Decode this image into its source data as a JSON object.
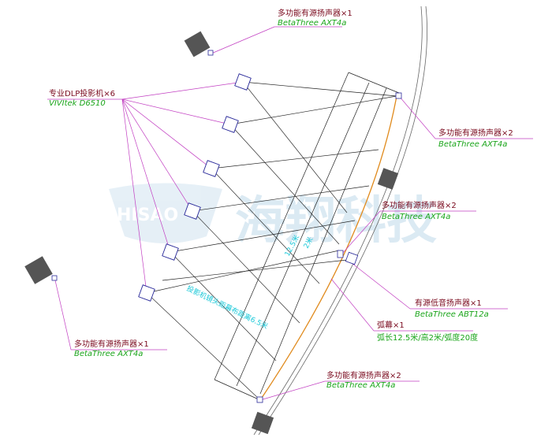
{
  "watermark": {
    "logo_text": "HISAO",
    "company": "海翔科技"
  },
  "labels": {
    "projector": {
      "cn": "专业DLP投影机×6",
      "en": "VIVItek D6510"
    },
    "speaker_top": {
      "cn": "多功能有源扬声器×1",
      "en": "BetaThree AXT4a"
    },
    "speaker_right_top": {
      "cn": "多功能有源扬声器×2",
      "en": "BetaThree AXT4a"
    },
    "speaker_right_mid": {
      "cn": "多功能有源扬声器×2",
      "en": "BetaThree AXT4a"
    },
    "subwoofer": {
      "cn": "有源低音扬声器×1",
      "en": "BetaThree ABT12a"
    },
    "screen": {
      "cn": "弧幕×1",
      "spec": "弧长12.5米/高2米/弧度20度"
    },
    "speaker_left": {
      "cn": "多功能有源扬声器×1",
      "en": "BetaThree AXT4a"
    },
    "speaker_bottom": {
      "cn": "多功能有源扬声器×2",
      "en": "BetaThree AXT4a"
    }
  },
  "annotations": {
    "arc_length": "12.5米",
    "height": "2米",
    "throw_distance": "投影机镜头距幕布距离6.5米"
  },
  "colors": {
    "leader": "#c23fc2",
    "screen_arc": "#e08a1c",
    "projector_body": "#2a2a9a",
    "speaker_body": "#555555",
    "label_cn": "#7a0a1e",
    "label_en": "#1aa51a",
    "dimension": "#19c8d8"
  }
}
